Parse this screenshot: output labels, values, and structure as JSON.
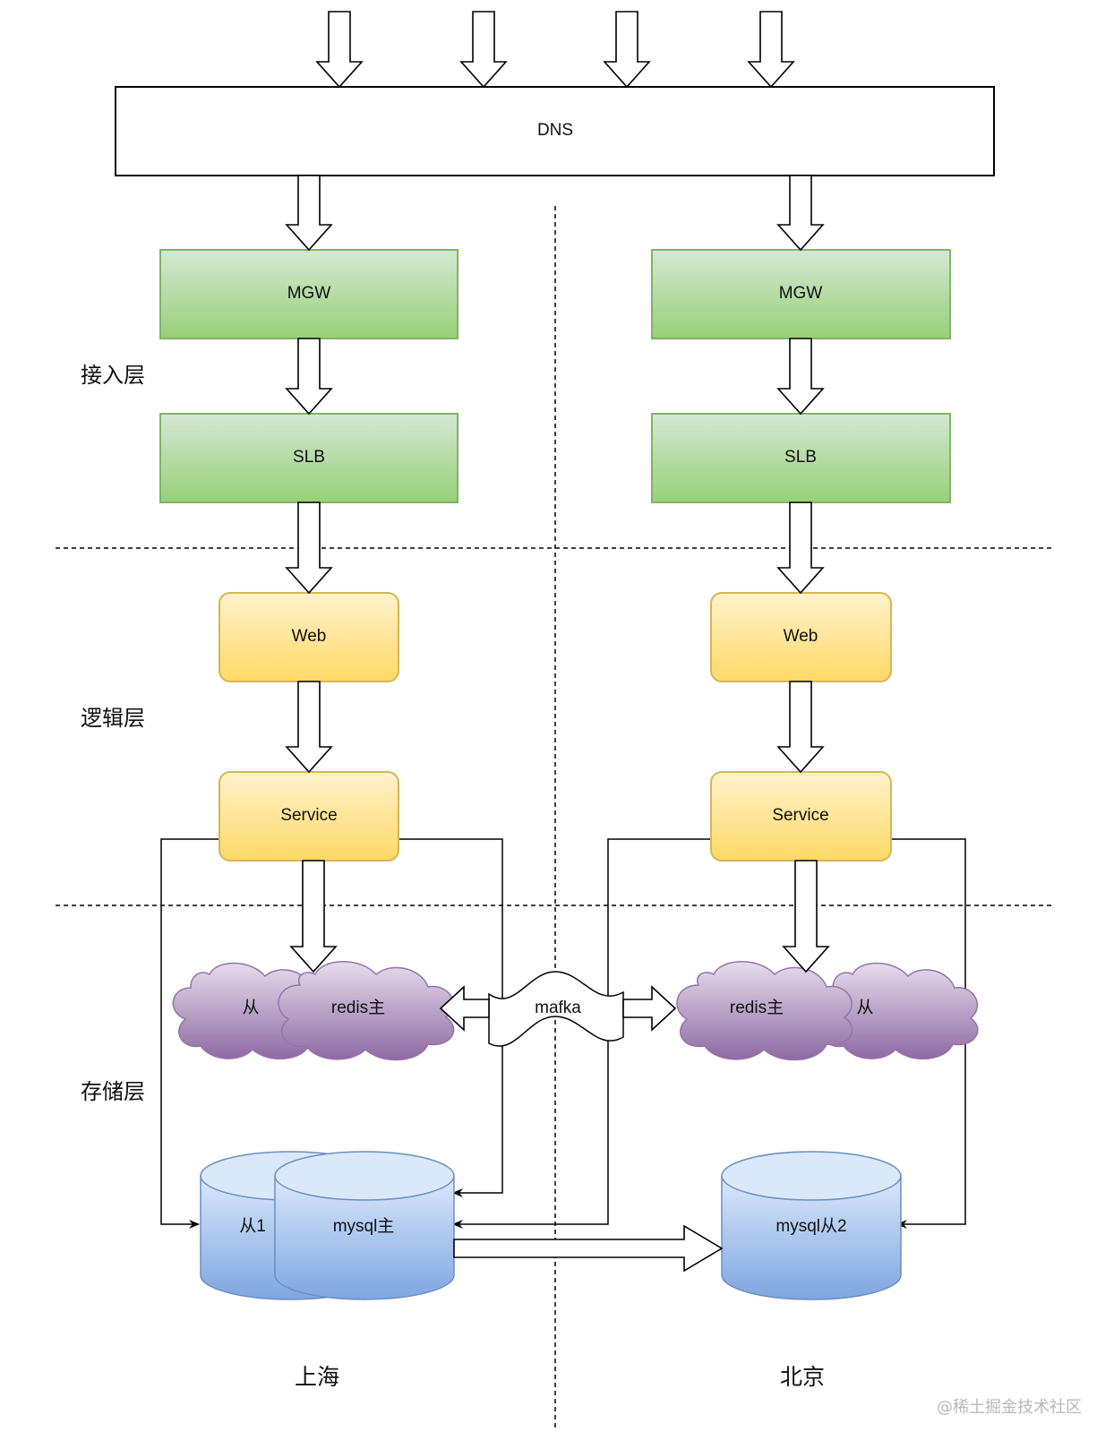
{
  "dns": {
    "label": "DNS"
  },
  "layers": {
    "access": "接入层",
    "logic": "逻辑层",
    "storage": "存储层"
  },
  "shanghai": {
    "city": "上海",
    "mgw": "MGW",
    "slb": "SLB",
    "web": "Web",
    "service": "Service",
    "redis_slave": "从",
    "redis_master": "redis主",
    "mysql_slave": "从1",
    "mysql_master": "mysql主"
  },
  "beijing": {
    "city": "北京",
    "mgw": "MGW",
    "slb": "SLB",
    "web": "Web",
    "service": "Service",
    "redis_master": "redis主",
    "redis_slave": "从",
    "mysql_slave": "mysql从2"
  },
  "mafka": {
    "label": "mafka"
  },
  "watermark": "@稀土掘金技术社区",
  "colors": {
    "green_top": "#d5e8d4",
    "green_bottom": "#97d077",
    "green_stroke": "#82b366",
    "yellow_top": "#fff2cc",
    "yellow_bottom": "#ffd966",
    "yellow_stroke": "#d6b656",
    "purple_top": "#e1d5e7",
    "purple_bottom": "#8e6aa3",
    "purple_stroke": "#9673a6",
    "blue_top": "#dae8fc",
    "blue_bottom": "#7ea6e0",
    "blue_stroke": "#6c8ebf"
  }
}
